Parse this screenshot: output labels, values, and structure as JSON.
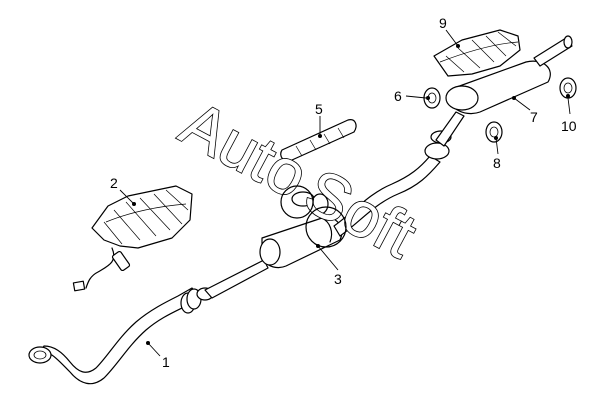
{
  "watermark": {
    "text_auto": "Auto",
    "text_soft": "Soft",
    "color": "#ffffff",
    "outline_color": "#000000"
  },
  "callouts": [
    {
      "id": "1",
      "label": "1",
      "part": "front-pipe"
    },
    {
      "id": "2",
      "label": "2",
      "part": "front-heat-shield"
    },
    {
      "id": "3",
      "label": "3",
      "part": "center-muffler"
    },
    {
      "id": "5",
      "label": "5",
      "part": "center-heat-shield"
    },
    {
      "id": "6",
      "label": "6",
      "part": "rubber-hanger-left"
    },
    {
      "id": "7",
      "label": "7",
      "part": "rear-muffler"
    },
    {
      "id": "8",
      "label": "8",
      "part": "rubber-hanger-center"
    },
    {
      "id": "9",
      "label": "9",
      "part": "rear-heat-shield"
    },
    {
      "id": "10",
      "label": "10",
      "part": "rubber-hanger-right"
    }
  ],
  "colors": {
    "line": "#000000",
    "background": "#ffffff"
  }
}
